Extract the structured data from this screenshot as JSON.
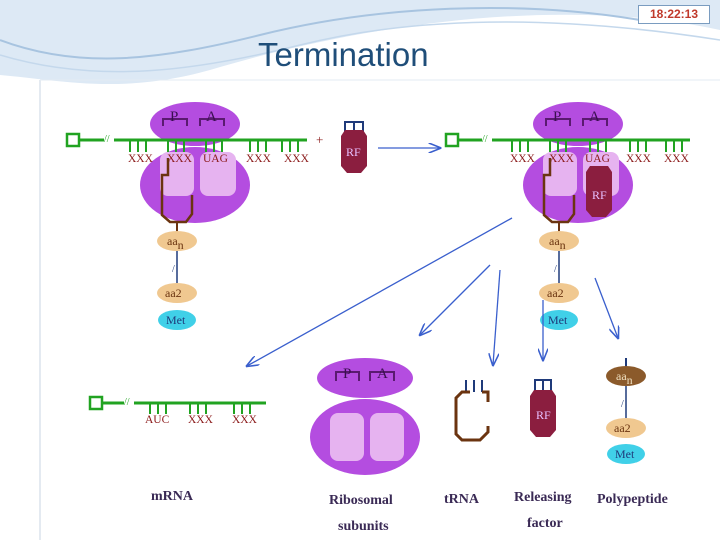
{
  "slide": {
    "title": "Termination",
    "clock": "18:22:13"
  },
  "colors": {
    "mrna": "#21a321",
    "codon": "#8b1a1a",
    "ribosome": "#b44de0",
    "ribosome_light": "#e6b3f0",
    "trna": "#6b3410",
    "rf": "#8b1e3f",
    "aa": "#f0c890",
    "met": "#40d0e8",
    "arrow": "#3a5fcd",
    "header_blue": "#1f4e79"
  },
  "top_left": {
    "site_p": "P",
    "site_a": "A",
    "codons": [
      "XXX",
      "XXX",
      "UAG",
      "XXX",
      "XXX"
    ],
    "plus": "+",
    "rf": "RF",
    "aa_n": "aa",
    "aa_n_sub": "n",
    "aa_2": "aa2",
    "met": "Met"
  },
  "top_right": {
    "site_p": "P",
    "site_a": "A",
    "codons": [
      "XXX",
      "XXX",
      "UAG",
      "XXX",
      "XXX"
    ],
    "rf": "RF",
    "aa_n": "aa",
    "aa_n_sub": "n",
    "aa_2": "aa2",
    "met": "Met"
  },
  "bottom": {
    "mrna_codons": [
      "AUC",
      "XXX",
      "XXX"
    ],
    "site_p": "P",
    "site_a": "A",
    "rf": "RF",
    "aa_n": "aa",
    "aa_n_sub": "n",
    "aa_2": "aa2",
    "met": "Met",
    "labels": {
      "mrna": "mRNA",
      "ribosomal_1": "Ribosomal",
      "ribosomal_2": "subunits",
      "trna": "tRNA",
      "releasing_1": "Releasing",
      "releasing_2": "factor",
      "polypeptide": "Polypeptide"
    }
  }
}
